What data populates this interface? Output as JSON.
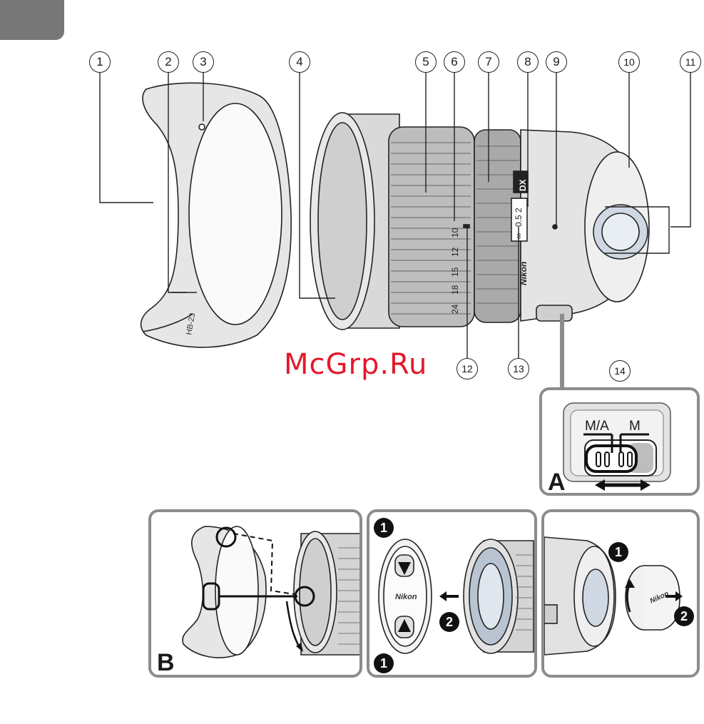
{
  "callouts": [
    {
      "label": "1"
    },
    {
      "label": "2"
    },
    {
      "label": "3"
    },
    {
      "label": "4"
    },
    {
      "label": "5"
    },
    {
      "label": "6"
    },
    {
      "label": "7"
    },
    {
      "label": "8"
    },
    {
      "label": "9"
    },
    {
      "label": "10"
    },
    {
      "label": "11"
    },
    {
      "label": "12"
    },
    {
      "label": "13"
    },
    {
      "label": "14"
    }
  ],
  "watermark": "McGrp.Ru",
  "lens": {
    "brand": "Nikon",
    "format_badge": "DX",
    "focal_marks": [
      "10",
      "12",
      "15",
      "18",
      "24"
    ],
    "distance_marks": [
      "2",
      "0.5",
      "∞"
    ],
    "hood_model": "HB-23"
  },
  "switch_panel": {
    "letter": "A",
    "label_ma": "M/A",
    "label_m": "M"
  },
  "panel_b": {
    "letter": "B"
  },
  "panel_caps": {
    "step_1": "1",
    "step_2": "2",
    "cap_brand": "Nikon"
  },
  "panel_rear": {
    "step_1": "1",
    "step_2": "2",
    "cap_brand": "Nikon"
  }
}
